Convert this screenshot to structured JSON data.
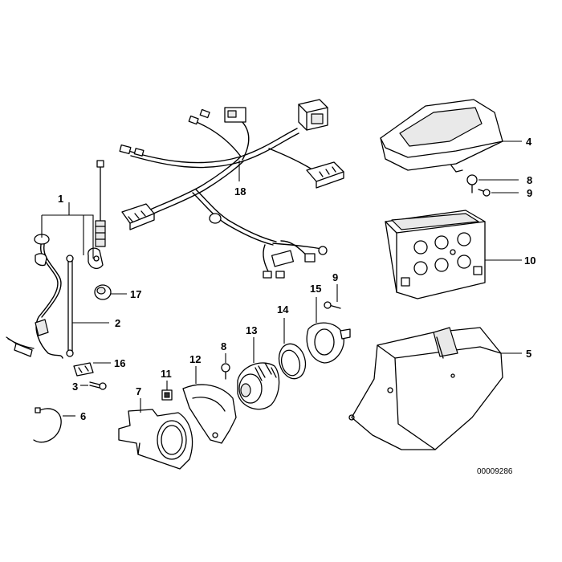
{
  "diagram": {
    "drawing_number": "00009286",
    "callouts": {
      "c1": "1",
      "c2": "2",
      "c3": "3",
      "c4": "4",
      "c5": "5",
      "c6": "6",
      "c7": "7",
      "c8a": "8",
      "c8b": "8",
      "c9a": "9",
      "c9b": "9",
      "c10": "10",
      "c11": "11",
      "c12": "12",
      "c13": "13",
      "c14": "14",
      "c15": "15",
      "c16": "16",
      "c17": "17",
      "c18": "18"
    }
  }
}
